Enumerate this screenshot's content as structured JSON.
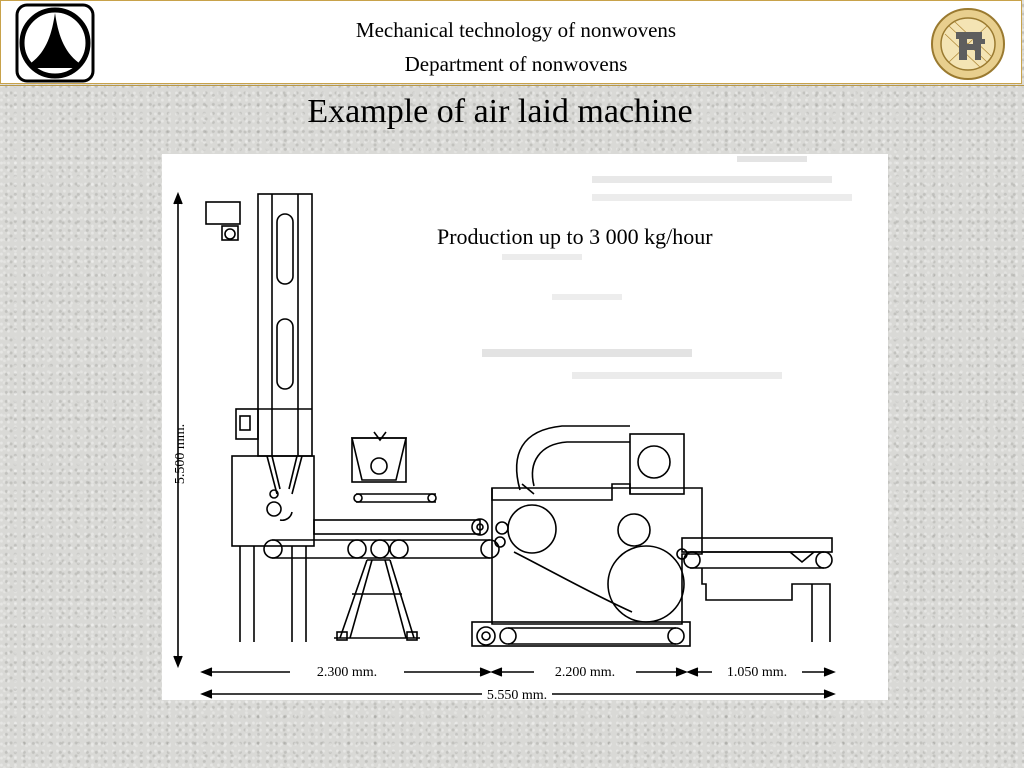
{
  "header": {
    "line1": "Mechanical technology of nonwovens",
    "line2": "Department of nonwovens"
  },
  "title": "Example of air laid machine",
  "figure": {
    "production_note": "Production up to 3 000 kg/hour",
    "dimensions": {
      "height": "5.500 mm.",
      "section1": "2.300 mm.",
      "section2": "2.200 mm.",
      "section3": "1.050 mm.",
      "total": "5.550 mm."
    }
  },
  "colors": {
    "header_border": "#c8a24a",
    "seal_gold": "#c9a04c",
    "background": "#d9d9d6"
  }
}
